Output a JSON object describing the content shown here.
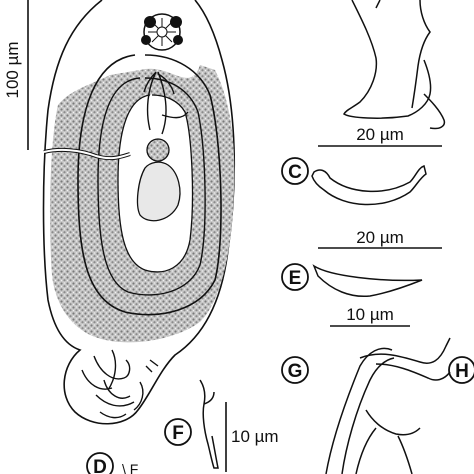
{
  "scale_bars": {
    "body_scale": "100 µm",
    "hook_scale": "20 µm",
    "bar_c_scale": "20 µm",
    "bar_e_scale": "10 µm",
    "hook_f_scale": "10 µm"
  },
  "panel_labels": {
    "c": "C",
    "e": "E",
    "f": "F",
    "g": "G",
    "h": "H",
    "d": "D"
  },
  "stray_marks": {
    "d_tail": "\\ F"
  }
}
